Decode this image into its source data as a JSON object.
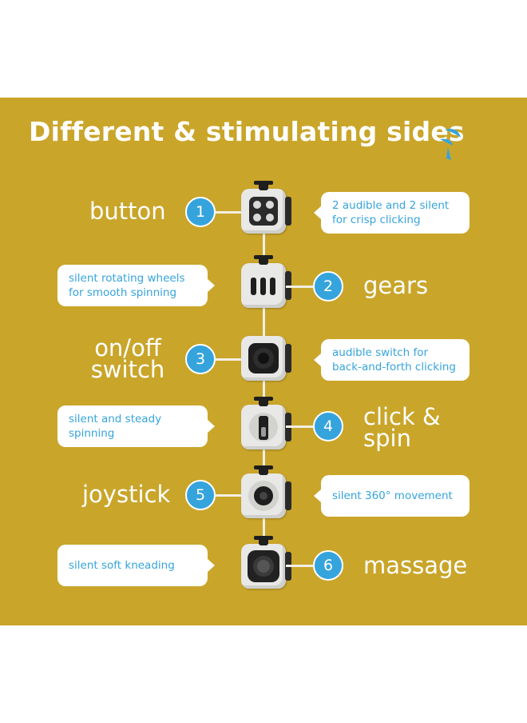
{
  "title": "Different & stimulating sides",
  "colors": {
    "background": "#c9a52a",
    "accent": "#35a4dc",
    "line": "#f3efe2"
  },
  "sides": [
    {
      "number": "1",
      "name_lines": [
        "button"
      ],
      "callout_lines": [
        "2 audible and 2 silent",
        "for crisp clicking"
      ],
      "icon": "four-buttons-cube-icon"
    },
    {
      "number": "2",
      "name_lines": [
        "gears"
      ],
      "callout_lines": [
        "silent rotating wheels",
        "for smooth spinning"
      ],
      "icon": "gears-cube-icon"
    },
    {
      "number": "3",
      "name_lines": [
        "on/off",
        "switch"
      ],
      "callout_lines": [
        "audible switch for",
        "back-and-forth clicking"
      ],
      "icon": "switch-cube-icon"
    },
    {
      "number": "4",
      "name_lines": [
        "click &",
        "spin"
      ],
      "callout_lines": [
        "silent and steady",
        "spinning"
      ],
      "icon": "click-spin-cube-icon"
    },
    {
      "number": "5",
      "name_lines": [
        "joystick"
      ],
      "callout_lines": [
        "silent 360° movement"
      ],
      "icon": "joystick-cube-icon"
    },
    {
      "number": "6",
      "name_lines": [
        "massage"
      ],
      "callout_lines": [
        "silent soft kneading"
      ],
      "icon": "massage-cube-icon"
    }
  ]
}
